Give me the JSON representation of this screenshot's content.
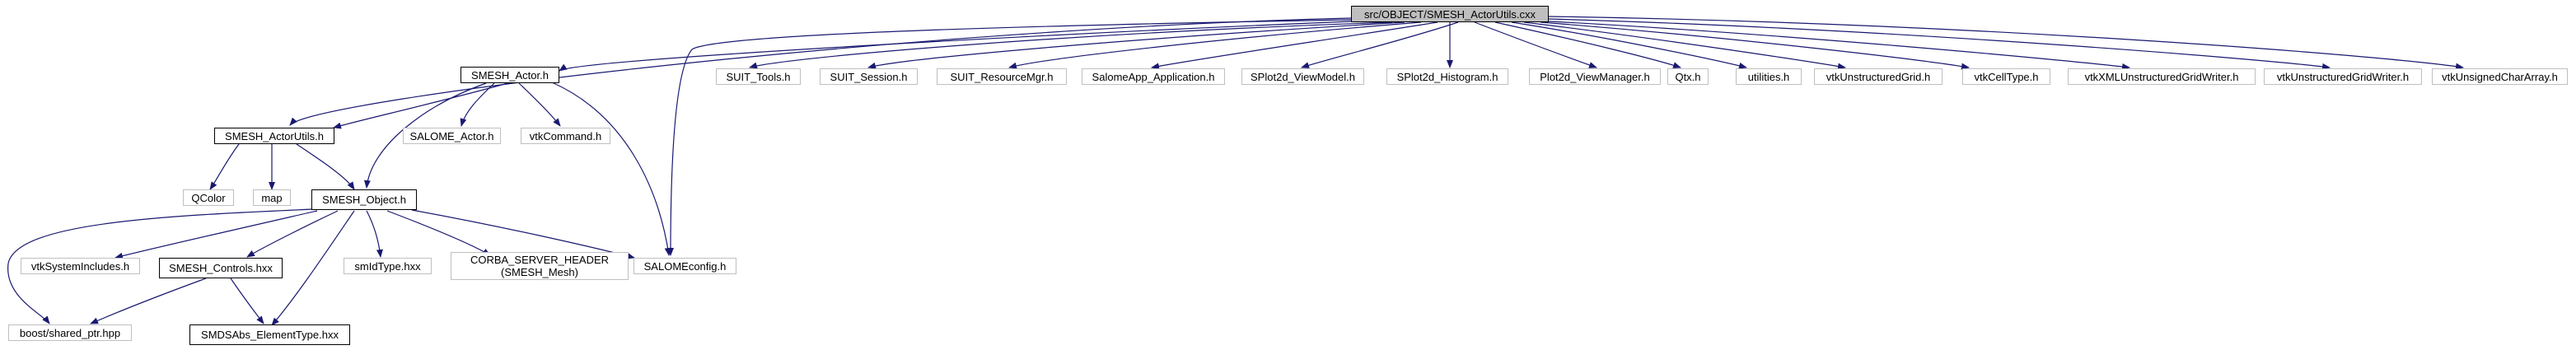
{
  "nodes": {
    "root": "src/OBJECT/SMESH_ActorUtils.cxx",
    "smesh_actor": "SMESH_Actor.h",
    "smesh_actorutils": "SMESH_ActorUtils.h",
    "salome_actor": "SALOME_Actor.h",
    "vtkcommand": "vtkCommand.h",
    "qcolor": "QColor",
    "map": "map",
    "smesh_object": "SMESH_Object.h",
    "vtksystemincludes": "vtkSystemIncludes.h",
    "smesh_controls": "SMESH_Controls.hxx",
    "smdstype": "smIdType.hxx",
    "corba_header": "CORBA_SERVER_HEADER\n(SMESH_Mesh)",
    "salomeconfig": "SALOMEconfig.h",
    "boost_shared_ptr": "boost/shared_ptr.hpp",
    "smdsabs_elementtype": "SMDSAbs_ElementType.hxx",
    "suit_tools": "SUIT_Tools.h",
    "suit_session": "SUIT_Session.h",
    "suit_resourcemgr": "SUIT_ResourceMgr.h",
    "salomeapp_application": "SalomeApp_Application.h",
    "splot2d_viewmodel": "SPlot2d_ViewModel.h",
    "splot2d_histogram": "SPlot2d_Histogram.h",
    "plot2d_viewmanager": "Plot2d_ViewManager.h",
    "qtx": "Qtx.h",
    "utilities": "utilities.h",
    "vtkunstructuredgrid": "vtkUnstructuredGrid.h",
    "vtkcelltype": "vtkCellType.h",
    "vtkxmlunstructuredgridwriter": "vtkXMLUnstructuredGridWriter.h",
    "vtkunstructuredgridwriter": "vtkUnstructuredGridWriter.h",
    "vtkunsignedchararray": "vtkUnsignedCharArray.h"
  },
  "colors": {
    "edge": "#191970",
    "root_fill": "#bfbfbf",
    "node_border_documented": "#000000",
    "node_border_external": "#bfbfbf",
    "background": "#ffffff"
  }
}
